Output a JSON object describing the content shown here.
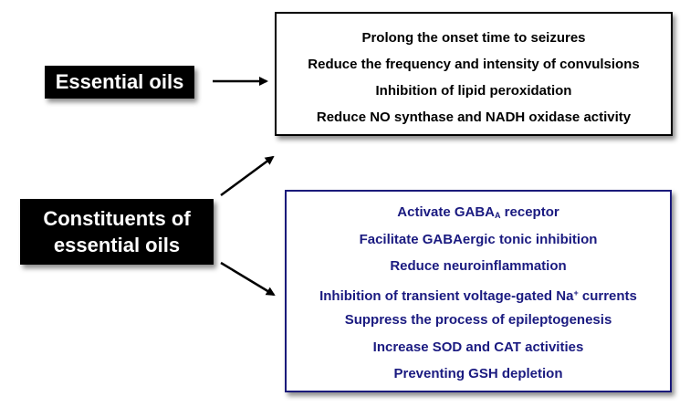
{
  "sources": {
    "essential_oils": "Essential oils",
    "constituents_line1": "Constituents of",
    "constituents_line2": "essential oils"
  },
  "essential_oil_effects": [
    "Prolong the onset time to seizures",
    "Reduce the frequency and intensity of convulsions",
    "Inhibition of lipid peroxidation",
    "Reduce NO synthase and NADH  oxidase activity"
  ],
  "constituent_effects": {
    "gaba_prefix": "Activate GABA",
    "gaba_sub": "A",
    "gaba_suffix": "  receptor",
    "tonic": "Facilitate GABAergic  tonic inhibition",
    "neuro": "Reduce neuroinflammation",
    "sodium_prefix": "Inhibition  of transient voltage-gated Na",
    "sodium_sup": "+",
    "sodium_suffix": " currents",
    "epilepto": "Suppress the process of epileptogenesis",
    "sod": "Increase SOD and CAT activities",
    "gsh": "Preventing GSH depletion"
  },
  "colors": {
    "label_background": "#000000",
    "label_text": "#ffffff",
    "essential_effects_text": "#000000",
    "constituent_effects_text": "#1a1a80",
    "arrow": "#000000"
  }
}
